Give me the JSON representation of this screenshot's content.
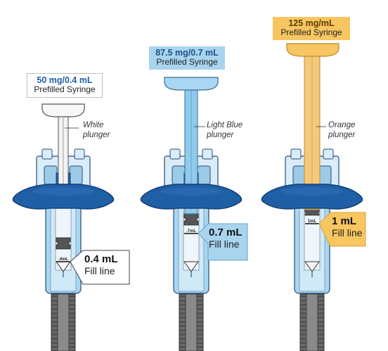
{
  "colors": {
    "flange_blue": "#1f5fa6",
    "flange_dark": "#123f78",
    "barrel_blue": "#bfe0f3",
    "white_tag": "#ffffff",
    "lightblue_tag": "#a8d4ee",
    "orange_tag": "#f8c660",
    "orange_plunger": "#f4c97a",
    "lightblue_plunger": "#8fcbea",
    "white_plunger": "#f2f2f2"
  },
  "syringes": [
    {
      "dose": "50 mg/0.4 mL",
      "type": "Prefilled Syringe",
      "plunger_note_line1": "White",
      "plunger_note_line2": "plunger",
      "fill_volume": "0.4 mL",
      "fill_label": "Fill line",
      "barrel_mark": ".4mL",
      "plunger_color": "white"
    },
    {
      "dose": "87.5 mg/0.7 mL",
      "type": "Prefilled Syringe",
      "plunger_note_line1": "Light Blue",
      "plunger_note_line2": "plunger",
      "fill_volume": "0.7 mL",
      "fill_label": "Fill line",
      "barrel_mark": ".7mL",
      "plunger_color": "light blue"
    },
    {
      "dose": "125 mg/mL",
      "type": "Prefilled Syringe",
      "plunger_note_line1": "Orange",
      "plunger_note_line2": "plunger",
      "fill_volume": "1 mL",
      "fill_label": "Fill line",
      "barrel_mark": "1mL",
      "plunger_color": "orange"
    }
  ]
}
